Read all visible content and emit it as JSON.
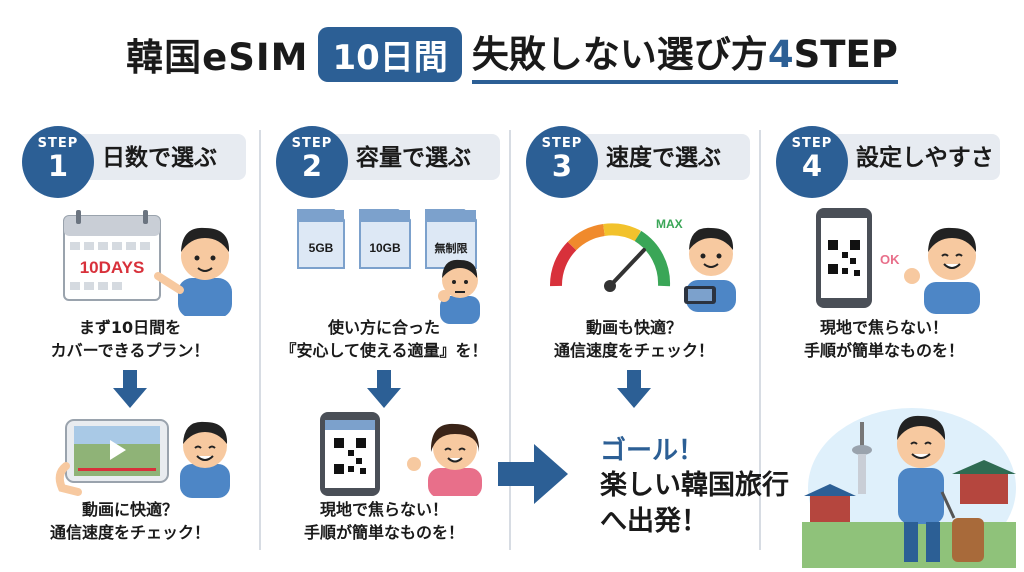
{
  "title": {
    "part1": "韓国eSIM",
    "pill": "10日間",
    "part2": "失敗しない選び方",
    "four": "4",
    "step": "STEP"
  },
  "steps": [
    {
      "word": "STEP",
      "num": "1",
      "title": "日数で選ぶ",
      "caption1": "まず10日間を",
      "caption2": "カバーできるプラン！",
      "icon_label": "10DAYS"
    },
    {
      "word": "STEP",
      "num": "2",
      "title": "容量で選ぶ",
      "caption1": "使い方に合った",
      "caption2": "『安心して使える適量』を！",
      "cards": [
        "5GB",
        "10GB",
        "無制限"
      ]
    },
    {
      "word": "STEP",
      "num": "3",
      "title": "速度で選ぶ",
      "caption1": "動画も快適？",
      "caption2": "通信速度をチェック！",
      "gauge_label": "MAX"
    },
    {
      "word": "STEP",
      "num": "4",
      "title": "設定しやすさ",
      "caption1": "現地で焦らない！",
      "caption2": "手順が簡単なものを！",
      "ok_label": "OK"
    }
  ],
  "sub": [
    {
      "caption1": "動画に快適？",
      "caption2": "通信速度をチェック！"
    },
    {
      "caption1": "現地で焦らない！",
      "caption2": "手順が簡単なものを！"
    }
  ],
  "goal": {
    "line1": "ゴール！",
    "line2": "楽しい韓国旅行",
    "line3": "へ出発！"
  },
  "colors": {
    "brand": "#2c5f95",
    "skin": "#f7c9a0",
    "hair": "#222222",
    "shirt": "#4d86c6"
  }
}
